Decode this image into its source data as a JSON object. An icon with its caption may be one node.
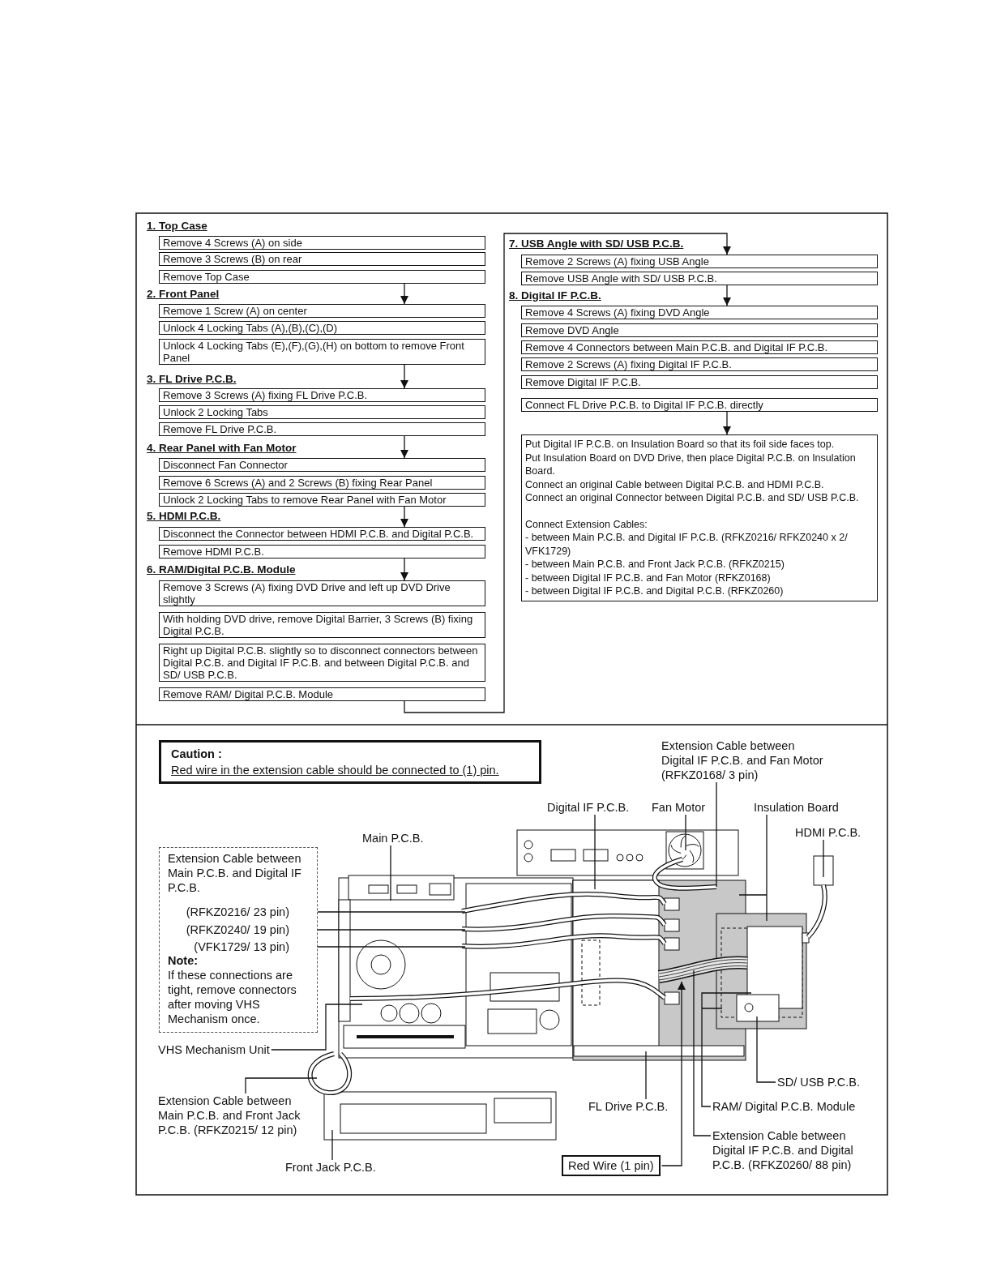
{
  "diagram": {
    "nodes": [
      {
        "text": [
          "1. Top Case"
        ]
      },
      {
        "text": [
          "Remove 4 Screws (A) on side"
        ]
      },
      {
        "text": [
          "Remove 3 Screws (B) on rear"
        ]
      },
      {
        "text": [
          "Remove Top Case"
        ]
      },
      {
        "text": [
          "2. Front Panel"
        ]
      },
      {
        "text": [
          "Remove 1 Screw (A) on center"
        ]
      },
      {
        "text": [
          "Unlock 4 Locking Tabs (A),(B),(C),(D)"
        ]
      },
      {
        "text": [
          "Unlock 4 Locking Tabs (E),(F),(G),(H) on bottom to remove Front Panel"
        ]
      },
      {
        "text": [
          "3. FL Drive P.C.B."
        ]
      },
      {
        "text": [
          "Remove 3 Screws (A) fixing FL Drive P.C.B."
        ]
      },
      {
        "text": [
          "Unlock 2 Locking Tabs"
        ]
      },
      {
        "text": [
          "Remove FL Drive P.C.B."
        ]
      },
      {
        "text": [
          "4. Rear Panel with Fan Motor"
        ]
      },
      {
        "text": [
          "Disconnect Fan Connector"
        ]
      },
      {
        "text": [
          "Remove 6 Screws (A) and 2 Screws (B) fixing Rear Panel"
        ]
      },
      {
        "text": [
          "Unlock 2 Locking Tabs to remove Rear Panel with Fan Motor"
        ]
      },
      {
        "text": [
          "5. HDMI P.C.B."
        ]
      },
      {
        "text": [
          "Disconnect the Connector between HDMI P.C.B. and Digital P.C.B."
        ]
      },
      {
        "text": [
          "Remove HDMI P.C.B."
        ]
      },
      {
        "text": [
          "6. RAM/Digital P.C.B. Module"
        ]
      },
      {
        "text": [
          "Remove 3 Screws (A) fixing DVD Drive and left up DVD Drive slightly"
        ]
      },
      {
        "text": [
          "With holding DVD drive, remove Digital Barrier, 3 Screws (B) fixing Digital P.C.B."
        ]
      },
      {
        "text": [
          "Right up Digital P.C.B. slightly so to disconnect connectors between Digital P.C.B. and Digital IF P.C.B. and between Digital P.C.B. and SD/ USB P.C.B."
        ]
      },
      {
        "text": [
          "Remove RAM/ Digital P.C.B. Module"
        ]
      },
      {
        "text": [
          "7. USB Angle with SD/ USB P.C.B."
        ]
      },
      {
        "text": [
          "Remove 2 Screws (A) fixing USB Angle"
        ]
      },
      {
        "text": [
          "Remove USB Angle with SD/ USB P.C.B."
        ]
      },
      {
        "text": [
          "8. Digital IF P.C.B."
        ]
      },
      {
        "text": [
          "Remove 4 Screws (A) fixing DVD Angle"
        ]
      },
      {
        "text": [
          "Remove DVD Angle"
        ]
      },
      {
        "text": [
          "Remove 4 Connectors between Main P.C.B. and Digital IF P.C.B."
        ]
      },
      {
        "text": [
          "Remove 2 Screws (A) fixing Digital IF P.C.B."
        ]
      },
      {
        "text": [
          "Remove Digital IF P.C.B."
        ]
      },
      {
        "text": [
          "Connect FL Drive P.C.B. to Digital IF P.C.B. directly"
        ]
      },
      {
        "text": [
          "Put Digital IF P.C.B. on Insulation Board so that its foil side faces top.",
          "Put Insulation Board on DVD Drive, then place Digital P.C.B. on Insulation Board.",
          "Connect an original Cable between Digital P.C.B. and HDMI P.C.B.",
          "Connect an original Connector between Digital P.C.B. and SD/ USB P.C.B.",
          "Connect Extension Cables:",
          "- between Main P.C.B. and Digital IF P.C.B. (RFKZ0216/ RFKZ0240 x 2/ VFK1729)",
          "- between Main P.C.B. and Front Jack P.C.B. (RFKZ0215)",
          "- between Digital IF P.C.B. and Fan Motor (RFKZ0168)",
          "- between Digital IF P.C.B. and Digital P.C.B. (RFKZ0260)"
        ]
      },
      {
        "text": [
          "Caution :",
          "Red wire in the extension cable should be connected to (1) pin."
        ]
      },
      {
        "text": [
          "Extension Cable between Main P.C.B. and Digital IF P.C.B.",
          "Note:",
          "If these connections are tight, remove connectors after moving VHS Mechanism once."
        ]
      },
      {
        "text": [
          "(RFKZ0216/ 23 pin)"
        ],
        "in": 36
      },
      {
        "text": [
          "(RFKZ0240/ 19 pin)"
        ],
        "in": 36
      },
      {
        "text": [
          "(VFK1729/ 13 pin)"
        ],
        "in": 36
      },
      {
        "text": [
          "Main P.C.B."
        ]
      },
      {
        "text": [
          "VHS Mechanism Unit"
        ]
      },
      {
        "text": [
          "Extension Cable between Main P.C.B. and Front Jack P.C.B. (RFKZ0215/ 12 pin)"
        ]
      },
      {
        "text": [
          "Front Jack P.C.B."
        ]
      },
      {
        "text": [
          "Extension Cable between Digital IF P.C.B. and Fan Motor (RFKZ0168/ 3 pin)"
        ]
      },
      {
        "text": [
          "Digital IF P.C.B."
        ]
      },
      {
        "text": [
          "Fan Motor"
        ]
      },
      {
        "text": [
          "Insulation Board"
        ]
      },
      {
        "text": [
          "HDMI P.C.B."
        ]
      },
      {
        "text": [
          "SD/ USB P.C.B."
        ]
      },
      {
        "text": [
          "FL Drive P.C.B."
        ]
      },
      {
        "text": [
          "RAM/ Digital P.C.B. Module"
        ]
      },
      {
        "text": [
          "Extension Cable between Digital IF P.C.B. and Digital P.C.B. (RFKZ0260/ 88 pin)"
        ]
      },
      {
        "text": [
          "Red Wire (1 pin)"
        ]
      }
    ],
    "edges": [
      {
        "from": 3,
        "to": 5,
        "arrow": "to"
      },
      {
        "from": 7,
        "to": 9,
        "arrow": "to"
      },
      {
        "from": 11,
        "to": 13,
        "arrow": "to"
      },
      {
        "from": 15,
        "to": 17,
        "arrow": "to"
      },
      {
        "from": 18,
        "to": 20,
        "arrow": "to"
      },
      {
        "from": 23,
        "to": 25,
        "arrow": "to"
      },
      {
        "from": 26,
        "to": 28,
        "arrow": "to"
      },
      {
        "from": 33,
        "to": 34,
        "arrow": "to"
      },
      {
        "from": 37,
        "to": null,
        "arrow": "none"
      },
      {
        "from": 38,
        "to": null,
        "arrow": "none"
      },
      {
        "from": 39,
        "to": null,
        "arrow": "none"
      },
      {
        "from": 40,
        "to": null,
        "arrow": "none"
      },
      {
        "from": 41,
        "to": null,
        "arrow": "none"
      },
      {
        "from": 42,
        "to": null,
        "arrow": "none"
      },
      {
        "from": 43,
        "to": null,
        "arrow": "none"
      },
      {
        "from": 44,
        "to": null,
        "arrow": "none"
      },
      {
        "from": 45,
        "to": null,
        "arrow": "none"
      },
      {
        "from": 46,
        "to": null,
        "arrow": "none"
      },
      {
        "from": 47,
        "to": null,
        "arrow": "none"
      },
      {
        "from": 48,
        "to": null,
        "arrow": "none"
      },
      {
        "from": 49,
        "to": null,
        "arrow": "none"
      },
      {
        "from": 50,
        "to": null,
        "arrow": "none"
      },
      {
        "from": 51,
        "to": null,
        "arrow": "none"
      },
      {
        "from": 52,
        "to": null,
        "arrow": "none"
      },
      {
        "from": 53,
        "to": null,
        "arrow": "to"
      }
    ]
  }
}
